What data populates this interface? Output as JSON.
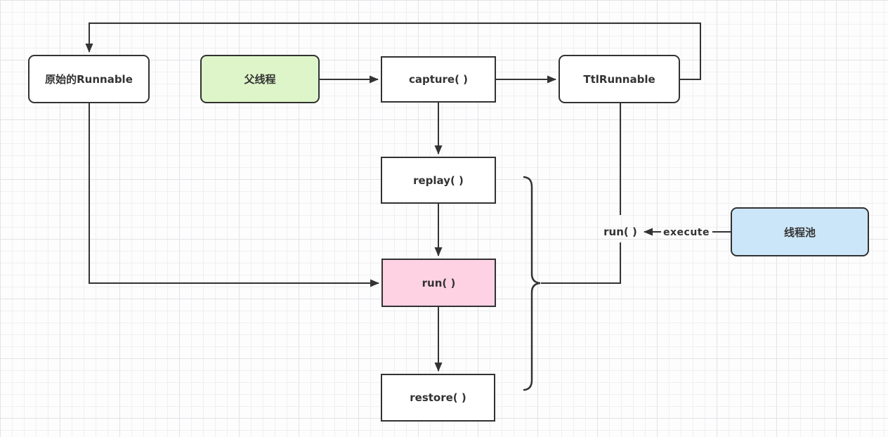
{
  "nodes": {
    "original_runnable": {
      "label": "原始的Runnable",
      "fill": "#ffffff"
    },
    "parent_thread": {
      "label": "父线程",
      "fill": "#ddf5c8"
    },
    "capture": {
      "label": "capture( )",
      "fill": "#ffffff"
    },
    "ttl_runnable": {
      "label": "TtlRunnable",
      "fill": "#ffffff"
    },
    "replay": {
      "label": "replay( )",
      "fill": "#ffffff"
    },
    "run": {
      "label": "run( )",
      "fill": "#ffd2e3"
    },
    "restore": {
      "label": "restore( )",
      "fill": "#ffffff"
    },
    "thread_pool": {
      "label": "线程池",
      "fill": "#cce6f9"
    }
  },
  "edges": [
    {
      "from": "parent_thread",
      "to": "capture",
      "type": "arrow"
    },
    {
      "from": "capture",
      "to": "ttl_runnable",
      "type": "arrow"
    },
    {
      "from": "capture",
      "to": "replay",
      "type": "arrow"
    },
    {
      "from": "replay",
      "to": "run",
      "type": "arrow"
    },
    {
      "from": "run",
      "to": "restore",
      "type": "arrow"
    },
    {
      "from": "ttl_runnable",
      "to": "original_runnable",
      "type": "arrow"
    },
    {
      "from": "original_runnable",
      "to": "run",
      "type": "arrow"
    },
    {
      "from": "ttl_runnable",
      "to": "brace_group",
      "type": "line",
      "label": "run( )"
    },
    {
      "from": "thread_pool",
      "to": "run_label",
      "type": "arrow",
      "label": "execute"
    },
    {
      "type": "brace",
      "group": [
        "replay",
        "run",
        "restore"
      ]
    }
  ],
  "colors": {
    "stroke": "#333333",
    "node_border": "#323232",
    "text": "#333333",
    "green_fill": "#ddf5c8",
    "pink_fill": "#ffd2e3",
    "blue_fill": "#cce6f9"
  }
}
